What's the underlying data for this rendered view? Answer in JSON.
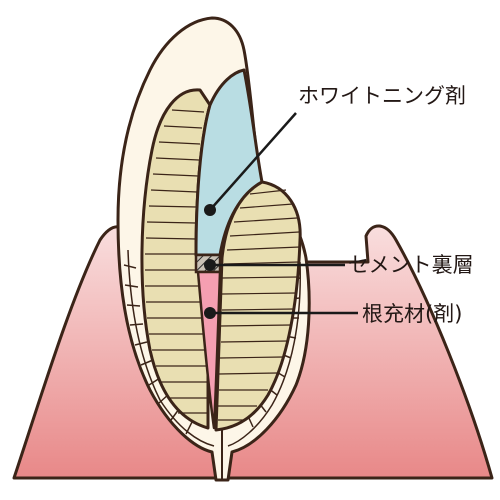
{
  "labels": {
    "whitening_agent": "ホワイトニング剤",
    "cement_layer": "セメント裏層",
    "root_filling": "根充材(剤)"
  },
  "colors": {
    "gum_top": "#f7d3d3",
    "gum_bottom": "#e98b8b",
    "enamel": "#fdf6e8",
    "dentin": "#e9dfb2",
    "whitening_chamber": "#b9dde3",
    "root_filling": "#f59fb1",
    "cement": "#b8b0a4",
    "outline": "#3b2418"
  }
}
